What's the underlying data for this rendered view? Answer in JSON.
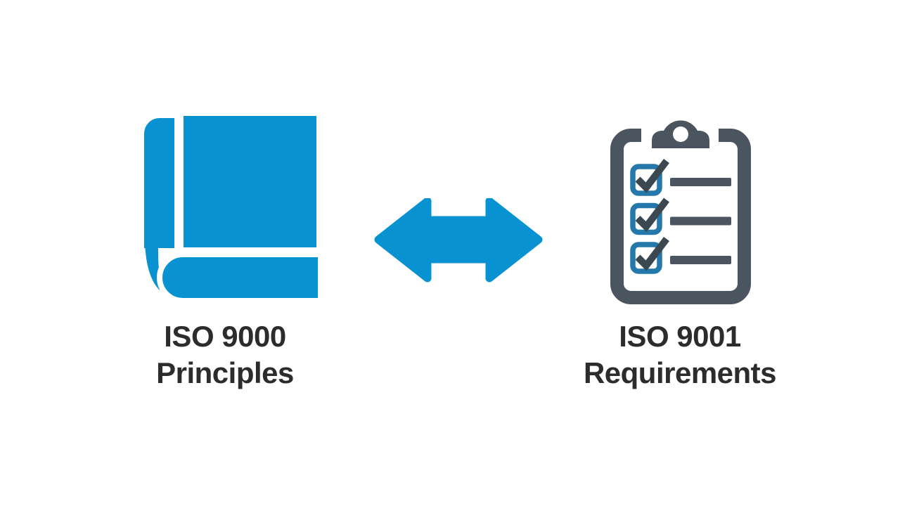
{
  "diagram": {
    "title_visible": false,
    "background_color": "#ffffff",
    "relationship": "bidirectional-equivalence"
  },
  "colors": {
    "primary_blue": "#0992d2",
    "checkbox_blue": "#2478ab",
    "slate": "#4a5560",
    "check_dark": "#3b4852",
    "text": "#2c2c2c",
    "white": "#ffffff"
  },
  "left_item": {
    "icon": "book-icon",
    "label_line1": "ISO 9000",
    "label_line2": "Principles"
  },
  "connector": {
    "icon": "double-headed-arrow-icon"
  },
  "right_item": {
    "icon": "clipboard-checklist-icon",
    "checklist_rows": 3,
    "label_line1": "ISO 9001",
    "label_line2": "Requirements"
  }
}
